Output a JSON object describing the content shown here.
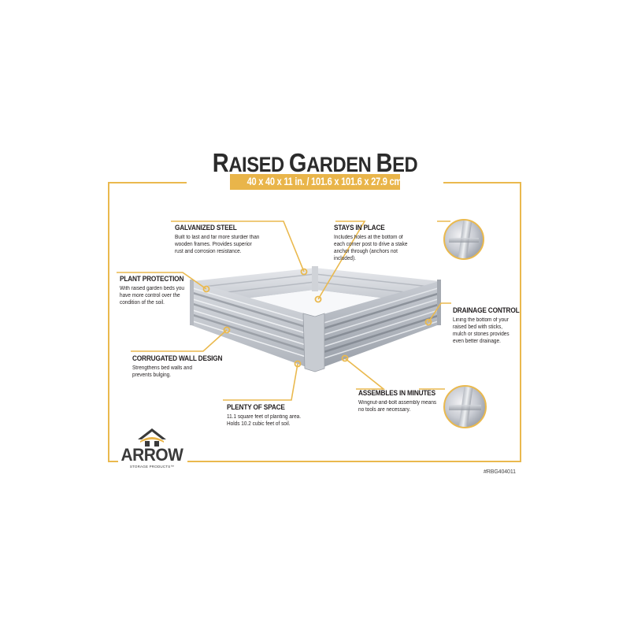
{
  "header": {
    "title_parts": [
      {
        "cap": "R",
        "rest": "AISED "
      },
      {
        "cap": "G",
        "rest": "ARDEN "
      },
      {
        "cap": "B",
        "rest": "ED"
      }
    ],
    "title": "Raised Garden Bed",
    "dimensions": "40 x 40 x 11 in.  /  101.6 x 101.6 x 27.9 cm"
  },
  "callouts": [
    {
      "id": "galvanized-steel",
      "title": "GALVANIZED STEEL",
      "body": "Built to last and far more sturdier than wooden frames. Provides superior rust and corrosion resistance."
    },
    {
      "id": "stays-in-place",
      "title": "STAYS IN PLACE",
      "body": "Includes holes at the bottom of each corner post to drive a stake anchor through (anchors not included)."
    },
    {
      "id": "plant-protection",
      "title": "PLANT PROTECTION",
      "body": "With raised garden beds you have more control over the condition of the soil."
    },
    {
      "id": "drainage-control",
      "title": "DRAINAGE CONTROL",
      "body": "Lining the bottom of your raised bed with sticks, mulch or stones provides even better drainage."
    },
    {
      "id": "corrugated-wall-design",
      "title": "CORRUGATED WALL DESIGN",
      "body": "Strengthens bed walls and prevents bulging."
    },
    {
      "id": "plenty-of-space",
      "title": "PLENTY OF SPACE",
      "body": "11.1 square feet of planting area. Holds 10.2 cubic feet of soil."
    },
    {
      "id": "assembles-in-minutes",
      "title": "ASSEMBLES IN MINUTES",
      "body": "Wingnut-and-bolt assembly means no tools are necessary."
    }
  ],
  "brand": {
    "name": "ARROW",
    "tagline": "STORAGE PRODUCTS™"
  },
  "sku": "#RBG404011",
  "colors": {
    "accent": "#eab94e",
    "text": "#231f20",
    "steel": "#b9bdc4"
  }
}
